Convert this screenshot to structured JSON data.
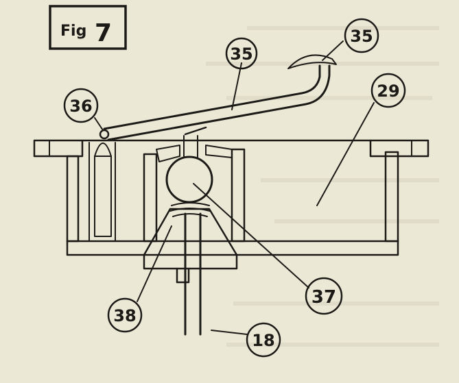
{
  "figure": {
    "title_prefix": "Fig",
    "title_number": "7"
  },
  "callouts": [
    {
      "id": "c35a",
      "text": "35"
    },
    {
      "id": "c35b",
      "text": "35"
    },
    {
      "id": "c29",
      "text": "29"
    },
    {
      "id": "c36",
      "text": "36"
    },
    {
      "id": "c37",
      "text": "37"
    },
    {
      "id": "c38",
      "text": "38"
    },
    {
      "id": "c18",
      "text": "18"
    }
  ],
  "colors": {
    "paper": "#ece8d6",
    "ink": "#1c1a17"
  }
}
